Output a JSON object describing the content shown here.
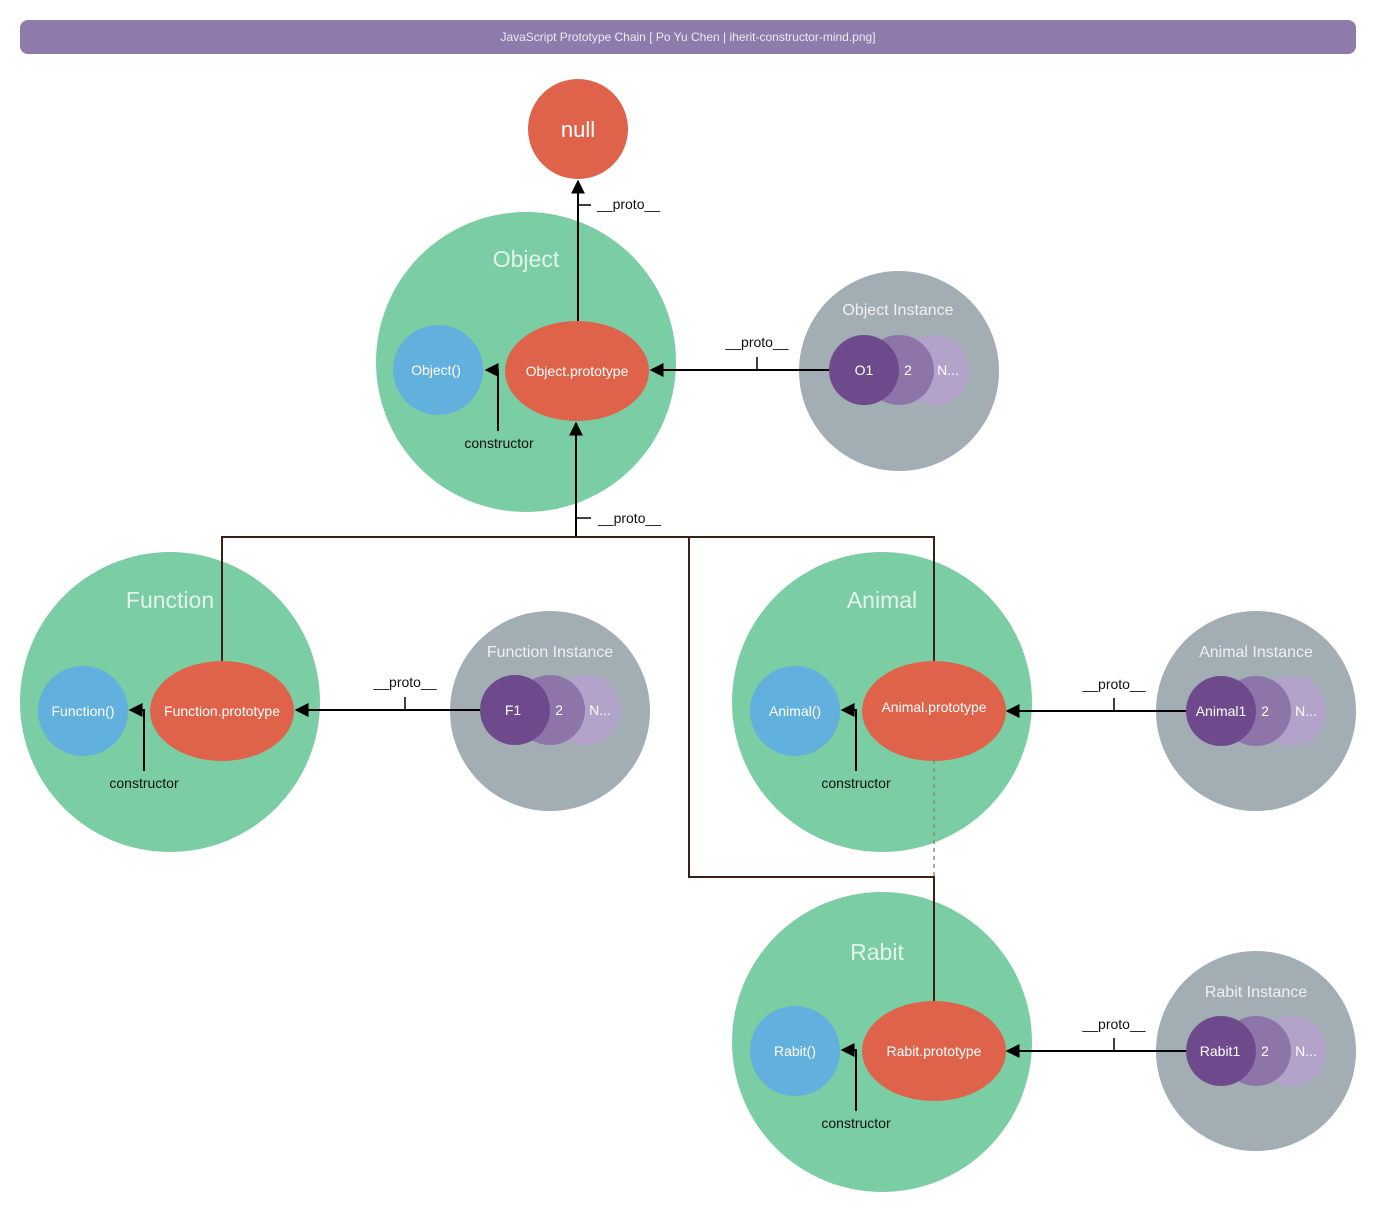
{
  "title": "JavaScript Prototype Chain  [ Po Yu Chen | iherit-constructor-mind.png]",
  "colors": {
    "title_bar": "#8e7aab",
    "constructor_group": "#7bcda4",
    "instance_group": "#a2aeb3",
    "prototype": "#de634a",
    "function_node": "#62b0de",
    "null_node": "#de634a",
    "instance_1": "#6e4a8c",
    "instance_2": "#8d74a9",
    "instance_n": "#b3a3cb",
    "line": "#000000",
    "line_brown": "#3b2016",
    "dashed_link": "#8a8a8a"
  },
  "null_label": "null",
  "link_labels": {
    "proto": "__proto__",
    "constructor": "constructor"
  },
  "groups": [
    {
      "id": "object",
      "title": "Object",
      "constructor_fn": "Object()",
      "prototype": "Object.prototype"
    },
    {
      "id": "function",
      "title": "Function",
      "constructor_fn": "Function()",
      "prototype": "Function.prototype"
    },
    {
      "id": "animal",
      "title": "Animal",
      "constructor_fn": "Animal()",
      "prototype": "Animal.prototype"
    },
    {
      "id": "rabit",
      "title": "Rabit",
      "constructor_fn": "Rabit()",
      "prototype": "Rabit.prototype"
    }
  ],
  "instances": [
    {
      "id": "object",
      "title": "Object Instance",
      "first": "O1",
      "second": "2",
      "more": "N..."
    },
    {
      "id": "function",
      "title": "Function Instance",
      "first": "F1",
      "second": "2",
      "more": "N..."
    },
    {
      "id": "animal",
      "title": "Animal Instance",
      "first": "Animal1",
      "second": "2",
      "more": "N..."
    },
    {
      "id": "rabit",
      "title": "Rabit Instance",
      "first": "Rabit1",
      "second": "2",
      "more": "N..."
    }
  ]
}
